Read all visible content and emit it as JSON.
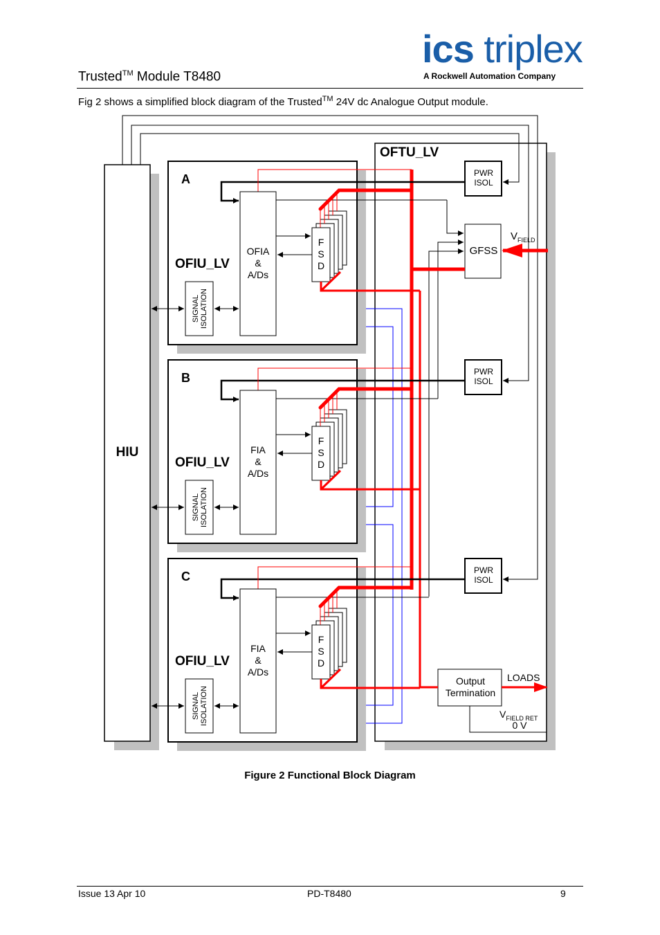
{
  "header": {
    "title": "Trusted",
    "title_sup": "TM",
    "title_rest": "Module T8480",
    "logo_bold": "ics",
    "logo_light": "triplex",
    "logo_tagline": "A Rockwell Automation Company"
  },
  "intro": {
    "text_a": "Fig 2 shows a simplified block diagram of the Trusted",
    "sup": "TM",
    "text_b": "24V dc Analogue Output module."
  },
  "diagram": {
    "hiu": "HIU",
    "oftu": "OFTU_LV",
    "pwr1": "PWR",
    "pwr2": "ISOL",
    "gfss": "GFSS",
    "vfield": "V",
    "vfield_sub": "FIELD",
    "output1": "Output",
    "output2": "Termination",
    "loads": "LOADS",
    "vret": "V",
    "vret_sub": "FIELD RET",
    "zero_v": "0 V",
    "modules": [
      {
        "letter": "A",
        "name": "OFIU_LV",
        "block": "OFIA",
        "amp": "&",
        "ads": "A/Ds",
        "sig1": "SIGNAL",
        "sig2": "ISOLATION",
        "f": "F",
        "s": "S",
        "d": "D"
      },
      {
        "letter": "B",
        "name": "OFIU_LV",
        "block": "FIA",
        "amp": "&",
        "ads": "A/Ds",
        "sig1": "SIGNAL",
        "sig2": "ISOLATION",
        "f": "F",
        "s": "S",
        "d": "D"
      },
      {
        "letter": "C",
        "name": "OFIU_LV",
        "block": "FIA",
        "amp": "&",
        "ads": "A/Ds",
        "sig1": "SIGNAL",
        "sig2": "ISOLATION",
        "f": "F",
        "s": "S",
        "d": "D"
      }
    ],
    "colors": {
      "power": "#ff0000",
      "signal": "#0000ff",
      "shadow": "#c0c0c0"
    }
  },
  "caption": "Figure 2 Functional Block Diagram",
  "footer": {
    "left": "Issue 13 Apr 10",
    "center": "PD-T8480",
    "right": "9"
  },
  "logo_color": "#1a5ea8"
}
